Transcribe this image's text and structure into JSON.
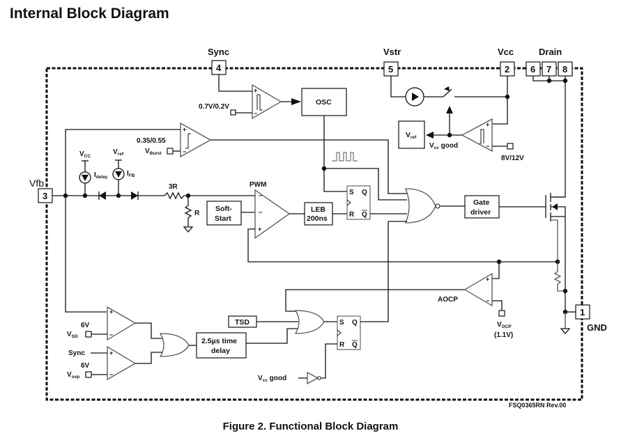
{
  "page": {
    "title": "Internal Block Diagram",
    "caption": "Figure 2. Functional Block Diagram",
    "revision": "FSQ0365RN Rev.00"
  },
  "pins": {
    "sync": {
      "name": "Sync",
      "number": "4"
    },
    "vstr": {
      "name": "Vstr",
      "number": "5"
    },
    "vcc": {
      "name": "Vcc",
      "number": "2"
    },
    "drain": {
      "name": "Drain",
      "numbers": [
        "6",
        "7",
        "8"
      ]
    },
    "vfb": {
      "name": "Vfb",
      "number": "3"
    },
    "gnd": {
      "name": "GND",
      "number": "1"
    }
  },
  "blocks": {
    "osc": "OSC",
    "vref": {
      "main": "V",
      "sub": "ref"
    },
    "soft_start": [
      "Soft-",
      "Start"
    ],
    "leb": [
      "LEB",
      "200ns"
    ],
    "gate_driver": [
      "Gate",
      "driver"
    ],
    "tsd": "TSD",
    "time_delay": [
      "2.5µs time",
      "delay"
    ],
    "pwm": "PWM",
    "aocp": "AOCP"
  },
  "labels": {
    "sync_threshold": "0.7V/0.2V",
    "vcc_good": {
      "main": "V",
      "sub": "cc",
      "rest": " good"
    },
    "uvlo_threshold": "8V/12V",
    "burst_threshold": "0.35/0.55",
    "vburst": {
      "main": "V",
      "sub": "Burst"
    },
    "vcc_src": {
      "main": "V",
      "sub": "CC"
    },
    "vref_src": {
      "main": "V",
      "sub": "ref"
    },
    "idelay": {
      "main": "I",
      "sub": "delay"
    },
    "ifb": {
      "main": "I",
      "sub": "FB"
    },
    "r3": "3R",
    "r": "R",
    "vocp": {
      "main": "V",
      "sub": "OCP",
      "value": "(1.1V)"
    },
    "vsd": {
      "main": "V",
      "sub": "SD",
      "value": "6V"
    },
    "vovp": {
      "main": "V",
      "sub": "ovp",
      "value": "6V"
    },
    "sync_in": "Sync",
    "vcc_good_bottom": {
      "main": "V",
      "sub": "cc",
      "rest": " good"
    },
    "ff": {
      "s": "S",
      "r": "R",
      "q": "Q",
      "qbar": "Q"
    },
    "plus": "+",
    "minus": "−"
  }
}
